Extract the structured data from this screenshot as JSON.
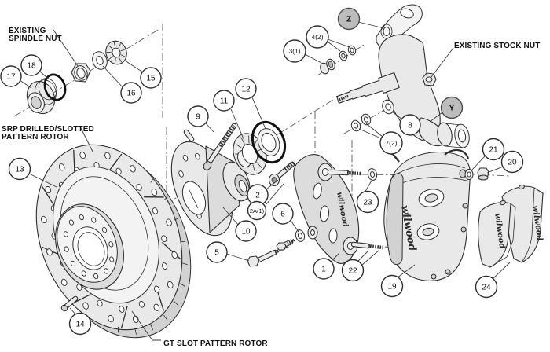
{
  "labels": {
    "spindle_nut_l1": "EXISTING",
    "spindle_nut_l2": "SPINDLE NUT",
    "stock_nut": "EXISTING STOCK NUT",
    "srp_l1": "SRP DRILLED/SLOTTED",
    "srp_l2": "PATTERN ROTOR",
    "gt": "GT SLOT PATTERN ROTOR"
  },
  "brand": {
    "text": "wilwood"
  },
  "callouts": [
    {
      "label": "17"
    },
    {
      "label": "18"
    },
    {
      "label": "15"
    },
    {
      "label": "16"
    },
    {
      "label": "13"
    },
    {
      "label": "14"
    },
    {
      "label": "9"
    },
    {
      "label": "11"
    },
    {
      "label": "12"
    },
    {
      "label": "3(1)"
    },
    {
      "label": "4(2)"
    },
    {
      "label": "Z"
    },
    {
      "label": "2"
    },
    {
      "label": "2A(1)"
    },
    {
      "label": "10"
    },
    {
      "label": "6"
    },
    {
      "label": "5"
    },
    {
      "label": "1"
    },
    {
      "label": "22"
    },
    {
      "label": "23"
    },
    {
      "label": "8"
    },
    {
      "label": "7(2)"
    },
    {
      "label": "Y"
    },
    {
      "label": "21"
    },
    {
      "label": "20"
    },
    {
      "label": "19"
    },
    {
      "label": "24"
    }
  ],
  "colors": {
    "background": "#ffffff",
    "line": "#2e2e2e",
    "part_fill": "#e9e9e9",
    "marker_fill": "#bcbcbc"
  }
}
